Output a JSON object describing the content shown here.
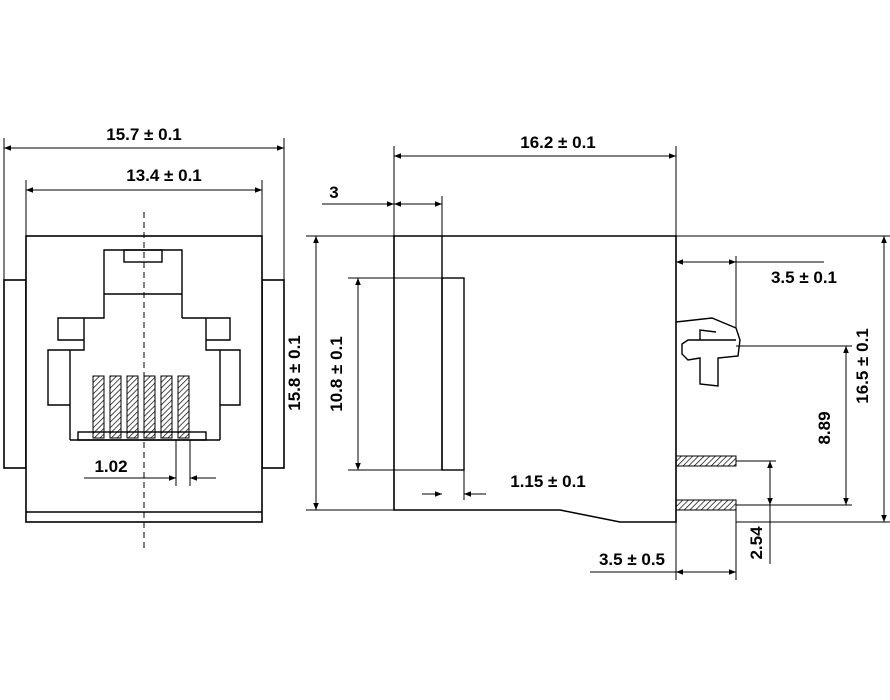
{
  "colors": {
    "line": "#000000",
    "background": "#ffffff",
    "hatch": "#000000"
  },
  "front_view": {
    "outer_width": "15.7 ± 0.1",
    "inner_width": "13.4 ± 0.1",
    "pitch": "1.02"
  },
  "side_view": {
    "depth": "16.2 ± 0.1",
    "front_thickness": "3",
    "height": "15.8 ± 0.1",
    "opening_height": "10.8 ± 0.1",
    "step": "1.15 ± 0.1",
    "peg_length": "3.5 ± 0.1",
    "total_height": "16.5 ± 0.1",
    "pin_spacing_vertical": "8.89",
    "pin_row_spacing": "2.54",
    "pin_length": "3.5 ± 0.5"
  }
}
